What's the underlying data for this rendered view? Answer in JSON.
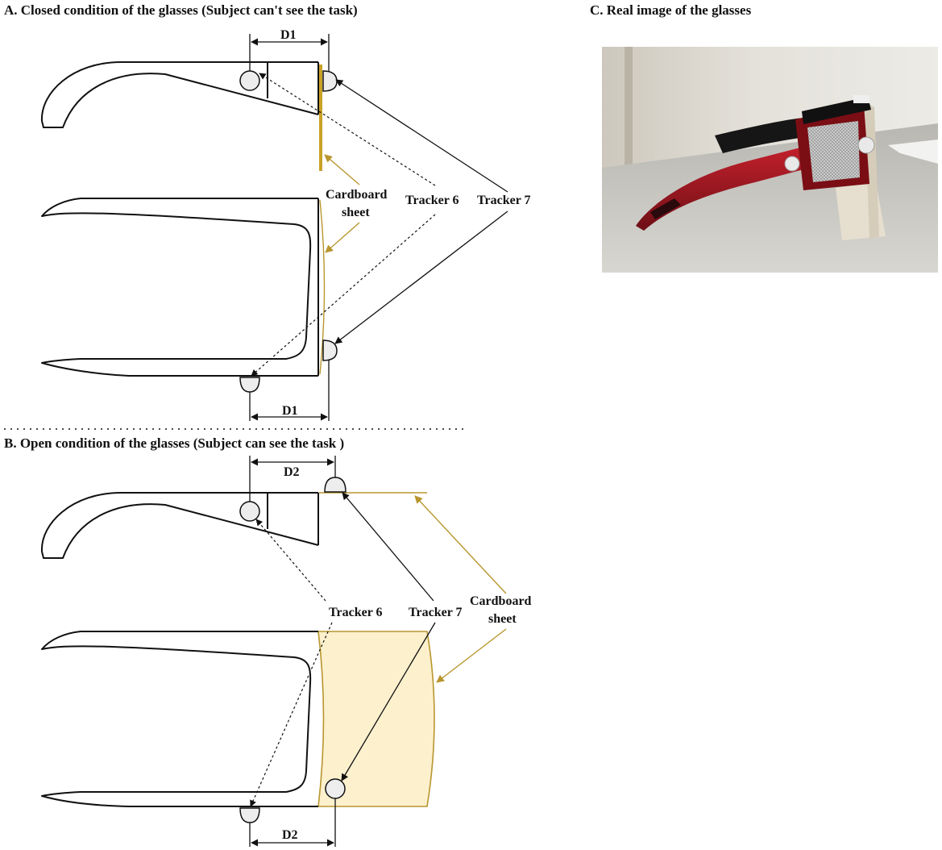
{
  "panels": {
    "a": {
      "title": "A. Closed condition of the glasses (Subject can't see the task)",
      "distance_top": "D1",
      "distance_bottom": "D1",
      "cardboard_line1": "Cardboard",
      "cardboard_line2": "sheet",
      "tracker6": "Tracker 6",
      "tracker7": "Tracker 7"
    },
    "b": {
      "title": "B. Open condition of the glasses (Subject can see the task )",
      "distance_top": "D2",
      "distance_bottom": "D2",
      "cardboard_line1": "Cardboard",
      "cardboard_line2": "sheet",
      "tracker6": "Tracker 6",
      "tracker7": "Tracker 7"
    },
    "c": {
      "title": "C. Real image of the glasses"
    }
  },
  "colors": {
    "frame_line": "#111111",
    "cardboard_line": "#B8962E",
    "cardboard_fill": "#FCF0CD",
    "tracker_fill": "#EDEDED"
  }
}
